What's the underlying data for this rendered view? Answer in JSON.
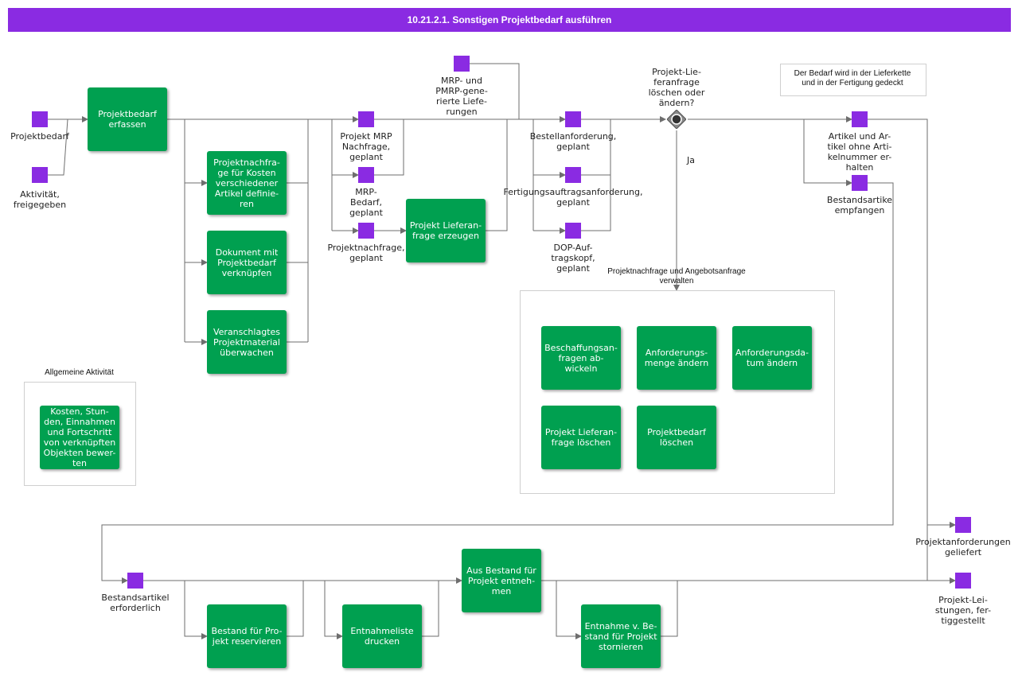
{
  "title": "10.21.2.1. Sonstigen Projektbedarf ausführen",
  "colors": {
    "header": "#8a2be2",
    "activity": "#00a050",
    "event": "#8a2be2",
    "line": "#6e6e6e"
  },
  "activities": {
    "projektbedarf_erfassen": "Projektbedarf\nerfassen",
    "projektnachfrage_definieren": "Projektnachfra-\nge für Kosten\nverschiedener\nArtikel definie-\nren",
    "dokument_verknuepfen": "Dokument mit\nProjektbedarf\nverknüpfen",
    "material_ueberwachen": "Veranschlagtes\nProjektmaterial\nüberwachen",
    "kosten_bewerten": "Kosten, Stun-\nden, Einnahmen\nund Fortschritt\nvon verknüpften\nObjekten bewer-\nten",
    "lieferanfrage_erzeugen": "Projekt Lieferan-\nfrage erzeugen",
    "beschaffungsanfragen": "Beschaffungsan-\nfragen ab-\nwickeln",
    "anforderungsmenge": "Anforderungs-\nmenge ändern",
    "anforderungsdatum": "Anforderungsda-\ntum ändern",
    "lieferanfrage_loeschen": "Projekt Lieferan-\nfrage löschen",
    "projektbedarf_loeschen": "Projektbedarf\nlöschen",
    "bestand_reservieren": "Bestand für Pro-\njekt reservieren",
    "entnahmeliste_drucken": "Entnahmeliste\ndrucken",
    "aus_bestand_entnehmen": "Aus Bestand für\nProjekt entneh-\nmen",
    "entnahme_stornieren": "Entnahme v. Be-\nstand für Projekt\nstornieren"
  },
  "events": {
    "projektbedarf": "Projektbedarf",
    "aktivitaet_freigegeben": "Aktivität,\nfreigegeben",
    "projekt_mrp_nachfrage": "Projekt MRP\nNachfrage,\ngeplant",
    "mrp_bedarf": "MRP-\nBedarf,\ngeplant",
    "projektnachfrage_geplant": "Projektnachfrage,\ngeplant",
    "mrp_pmrp_lieferungen": "MRP- und\nPMRP-gene-\nrierte Liefe-\nrungen",
    "bestellanforderung": "Bestellanforderung,\ngeplant",
    "fertigungsauftragsanforderung": "Fertigungsauftragsanforderung,\ngeplant",
    "dop_auftragskopf": "DOP-Auf-\ntragskopf,\ngeplant",
    "artikel_erhalten": "Artikel und Ar-\ntikel ohne Arti-\nkelnummer er-\nhalten",
    "bestandsartikel_empfangen": "Bestandsartike\nempfangen",
    "projektanforderungen_geliefert": "Projektanforderungen\ngeliefert",
    "projekt_leistungen": "Projekt-Lei-\nstungen, fer-\ntiggestellt",
    "bestandsartikel_erforderlich": "Bestandsartikel\nerforderlich"
  },
  "gateway": {
    "question": "Projekt-Lie-\nferanfrage\nlöschen oder\nändern?",
    "yes": "Ja"
  },
  "notes": {
    "lieferkette": "Der Bedarf wird in der Lieferkette\nund in der Fertigung gedeckt",
    "angebotsanfrage": "Projektnachfrage und Angebotsanfrage\nverwalten",
    "allgemeine_aktivitaet": "Allgemeine Aktivität"
  }
}
